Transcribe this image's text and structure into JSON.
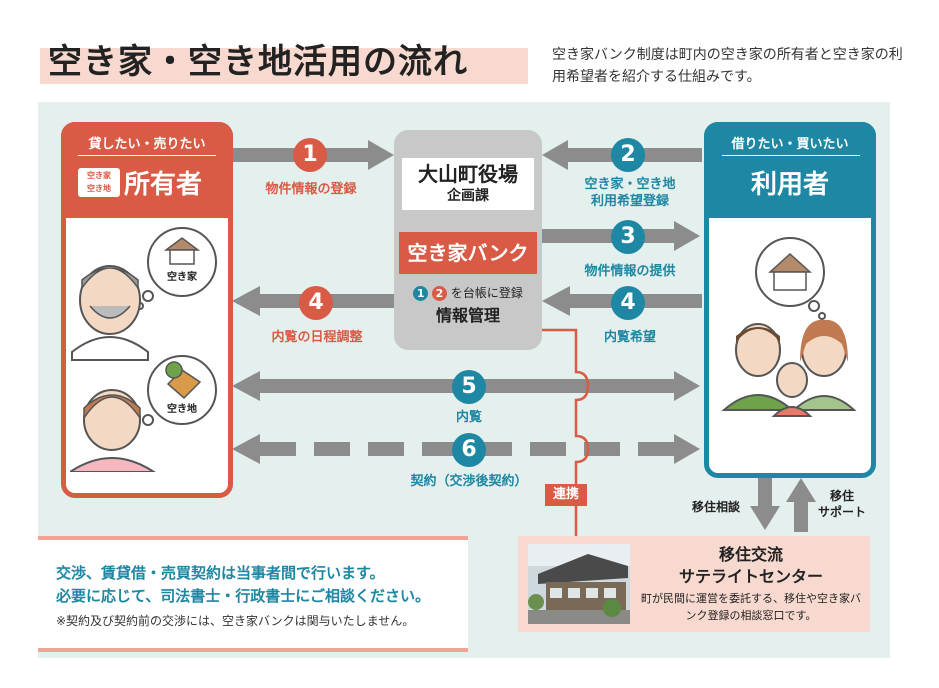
{
  "title": "空き家・空き地活用の流れ",
  "intro": "空き家バンク制度は町内の空き家の所有者と空き家の利用希望者を紹介する仕組みです。",
  "owner": {
    "subtitle": "貸したい・売りたい",
    "tag": "空き家\n空き地",
    "title": "所有者",
    "bubble1": "空き家",
    "bubble2": "空き地"
  },
  "user": {
    "subtitle": "借りたい・買いたい",
    "title": "利用者"
  },
  "center": {
    "city_name": "大山町役場",
    "dept": "企画課",
    "bank": "空き家バンク",
    "reg_text": "を台帳に登録",
    "mgmt": "情報管理",
    "n1": "1",
    "n2": "2"
  },
  "steps": [
    {
      "num": "1",
      "label": "物件情報の登録"
    },
    {
      "num": "2",
      "label": "空き家・空き地\n利用希望登録"
    },
    {
      "num": "3",
      "label": "物件情報の提供"
    },
    {
      "num": "4",
      "label": "内覧の日程調整"
    },
    {
      "num": "4",
      "label": "内覧希望"
    },
    {
      "num": "5",
      "label": "内覧"
    },
    {
      "num": "6",
      "label": "契約（交渉後契約）"
    }
  ],
  "renkei": "連携",
  "ijuu_soudan": "移住相談",
  "ijuu_support": "移住\nサポート",
  "satellite": {
    "title": "移住交流\nサテライトセンター",
    "desc": "町が民間に運営を委託する、移住や空き家バンク登録の相談窓口です。"
  },
  "note": {
    "line1": "交渉、賃貸借・売買契約は当事者間で行います。",
    "line2": "必要に応じて、司法書士・行政書士にご相談ください。",
    "line3": "※契約及び契約前の交渉には、空き家バンクは関与いたしません。"
  },
  "colors": {
    "red": "#d95b45",
    "blue": "#1e87a3",
    "gray": "#8c8c8c",
    "panel": "#e4f0ee",
    "pink": "#f8d9cf"
  }
}
